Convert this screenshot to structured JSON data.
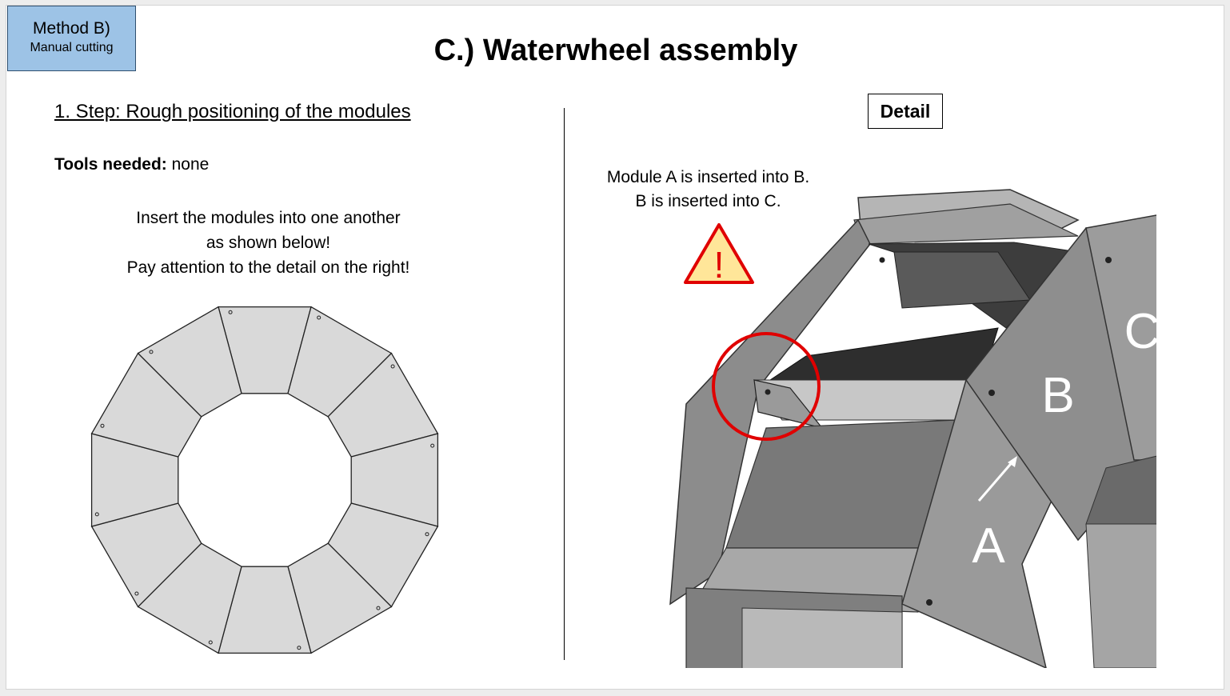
{
  "method": {
    "title": "Method B)",
    "subtitle": "Manual cutting"
  },
  "title": "C.) Waterwheel assembly",
  "left": {
    "step": "1. Step: Rough positioning of the modules",
    "tools_label": "Tools needed:",
    "tools_value": " none",
    "instructions": [
      "Insert the modules into one another",
      "as shown below!",
      "Pay attention to the detail on the right!"
    ],
    "ring_module_count": 12
  },
  "right": {
    "detail_label": "Detail",
    "note": [
      "Module A is inserted into B.",
      "B is inserted into C."
    ],
    "warning_symbol": "!",
    "labels": {
      "a": "A",
      "b": "B",
      "c": "C"
    }
  },
  "colors": {
    "method_fill": "#9dc3e6",
    "module_fill": "#d9d9d9",
    "metal_light": "#a6a6a6",
    "metal_mid": "#8c8c8c",
    "metal_dark": "#545454",
    "warning_fill": "#ffe699",
    "warning_stroke": "#e00000",
    "highlight_circle": "#e00000"
  },
  "icons": [
    "warning-triangle-icon",
    "highlight-circle"
  ]
}
